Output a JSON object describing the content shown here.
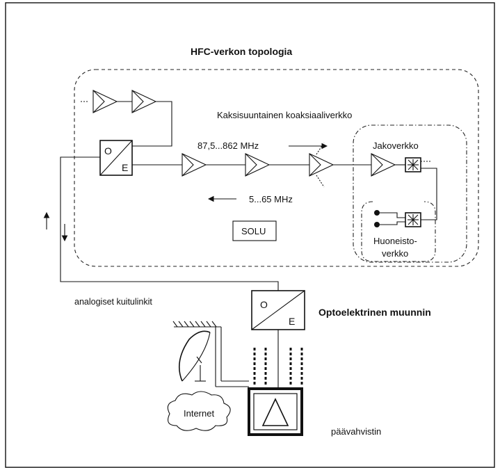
{
  "title": "HFC-verkon topologia",
  "labels": {
    "coax_network": "Kaksisuuntainen koaksiaaliverkko",
    "downstream": "87,5...862 MHz",
    "upstream": "5...65 MHz",
    "cell": "SOLU",
    "distribution_network": "Jakoverkko",
    "apartment_network_line1": "Huoneisto-",
    "apartment_network_line2": "verkko",
    "fiber_links": "analogiset kuitulinkit",
    "converter": "Optoelektrinen muunnin",
    "cloud": "Internet",
    "main_amplifier": "päävahvistin",
    "oe_top_o": "O",
    "oe_top_e": "E",
    "oe_bottom_o": "O",
    "oe_bottom_e": "E"
  },
  "colors": {
    "ink": "#111111",
    "background": "#ffffff"
  }
}
